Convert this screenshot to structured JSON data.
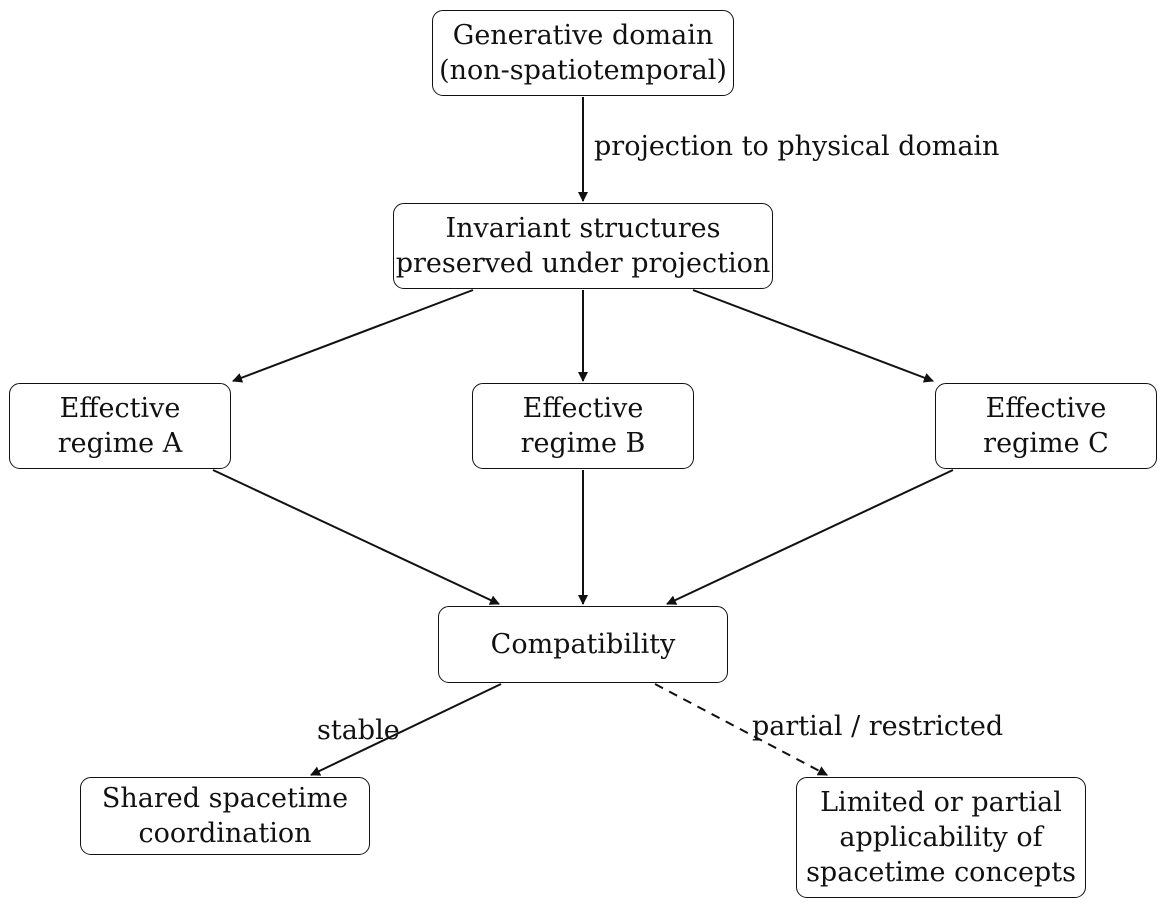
{
  "nodes": {
    "generative": {
      "line1": "Generative domain",
      "line2": "(non-spatiotemporal)"
    },
    "invariant": {
      "line1": "Invariant structures",
      "line2": "preserved under projection"
    },
    "regime_a": {
      "line1": "Effective",
      "line2": "regime A"
    },
    "regime_b": {
      "line1": "Effective",
      "line2": "regime B"
    },
    "regime_c": {
      "line1": "Effective",
      "line2": "regime C"
    },
    "compatibility": {
      "line1": "Compatibility"
    },
    "shared": {
      "line1": "Shared spacetime",
      "line2": "coordination"
    },
    "limited": {
      "line1": "Limited or partial",
      "line2": "applicability of",
      "line3": "spacetime concepts"
    }
  },
  "edges": {
    "projection_label": "projection to physical domain",
    "stable_label": "stable",
    "partial_label": "partial / restricted"
  },
  "colors": {
    "stroke": "#111111",
    "background": "#ffffff"
  }
}
